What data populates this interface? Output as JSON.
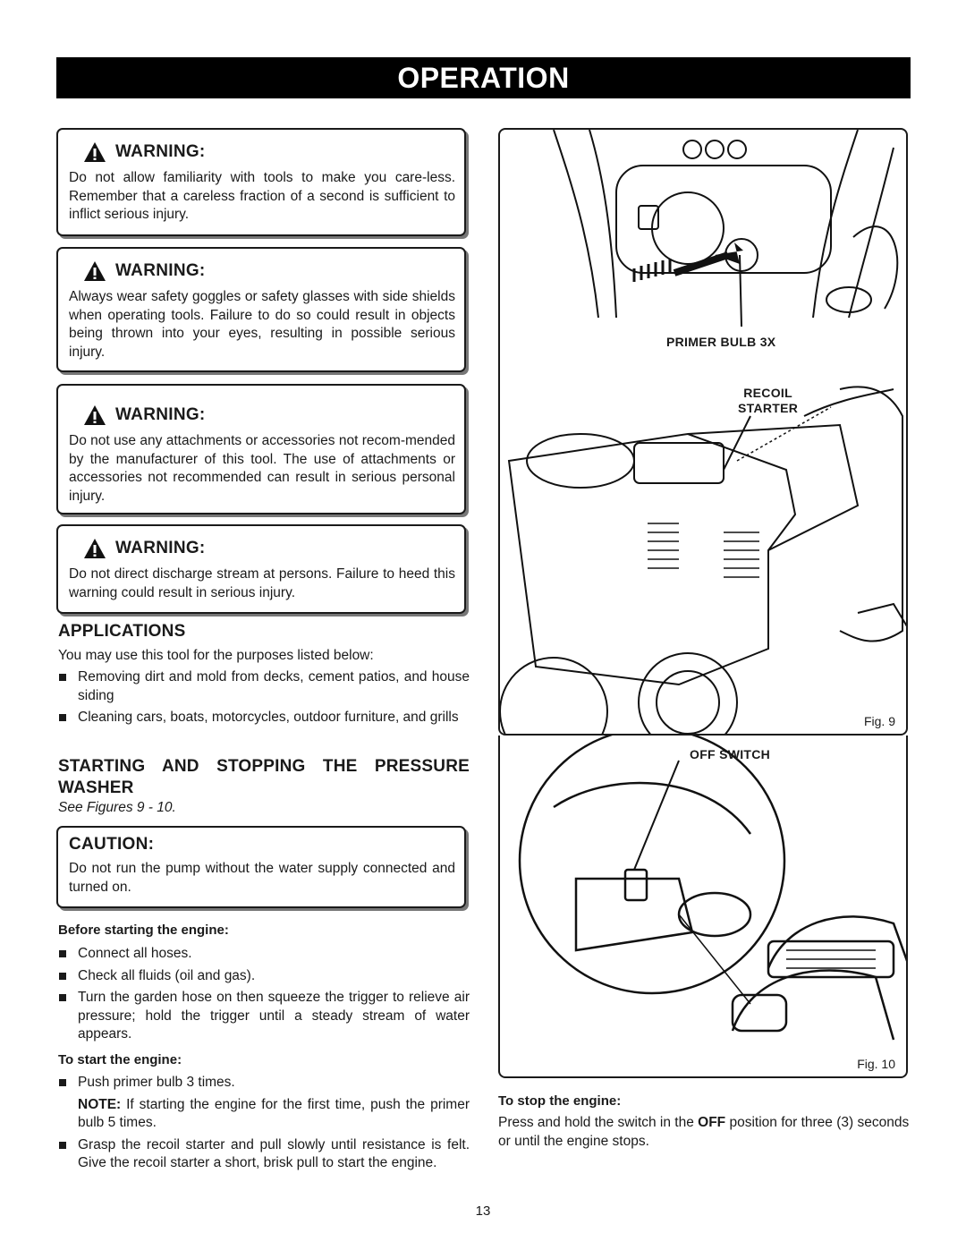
{
  "header": {
    "title": "OPERATION"
  },
  "warnings": [
    {
      "title": "WARNING:",
      "text": "Do not allow familiarity with tools to make you care-less. Remember that a careless fraction of a second is sufficient to inflict serious injury."
    },
    {
      "title": "WARNING:",
      "text": "Always wear safety goggles or safety glasses with side shields when operating tools. Failure to do so could result in objects being thrown into your eyes, resulting in possible serious injury."
    },
    {
      "title": "WARNING:",
      "text": "Do not use any attachments or accessories not recom-mended by the manufacturer of this tool. The use of attachments or accessories not recommended can result in serious personal injury."
    },
    {
      "title": "WARNING:",
      "text": "Do not direct discharge stream at persons. Failure to heed this warning could result in serious injury."
    }
  ],
  "applications": {
    "heading": "APPLICATIONS",
    "intro": "You may use this tool for the purposes listed below:",
    "items": [
      "Removing dirt and mold from decks, cement patios, and house siding",
      "Cleaning cars, boats, motorcycles, outdoor furniture, and grills"
    ]
  },
  "starting": {
    "heading": "STARTING AND STOPPING THE PRESSURE WASHER",
    "see": "See Figures 9 - 10."
  },
  "caution": {
    "title": "CAUTION:",
    "text": "Do not run the pump without the water supply connected and turned on."
  },
  "before_start": {
    "heading": "Before starting the engine:",
    "items": [
      "Connect all hoses.",
      "Check all fluids (oil and gas).",
      "Turn the garden hose on then squeeze the trigger to relieve air pressure; hold the trigger until a steady stream of water appears."
    ]
  },
  "to_start": {
    "heading": "To start the engine:",
    "item1": "Push primer bulb 3 times.",
    "note_label": "NOTE:",
    "note_text": " If starting the engine for the first time, push the primer bulb 5 times.",
    "item2": "Grasp the recoil starter and pull slowly until resistance is felt. Give the recoil starter a short, brisk pull to start the engine."
  },
  "to_stop": {
    "heading": "To stop the engine:",
    "text_before": "Press and hold the switch in the ",
    "bold": "OFF",
    "text_after": " position for three (3) seconds or until the engine stops."
  },
  "figures": {
    "fig9": {
      "label": "Fig. 9",
      "callout1": "PRIMER BULB 3X",
      "callout2_line1": "RECOIL",
      "callout2_line2": "STARTER"
    },
    "fig10": {
      "label": "Fig. 10",
      "callout": "OFF SWITCH"
    }
  },
  "page_number": "13"
}
